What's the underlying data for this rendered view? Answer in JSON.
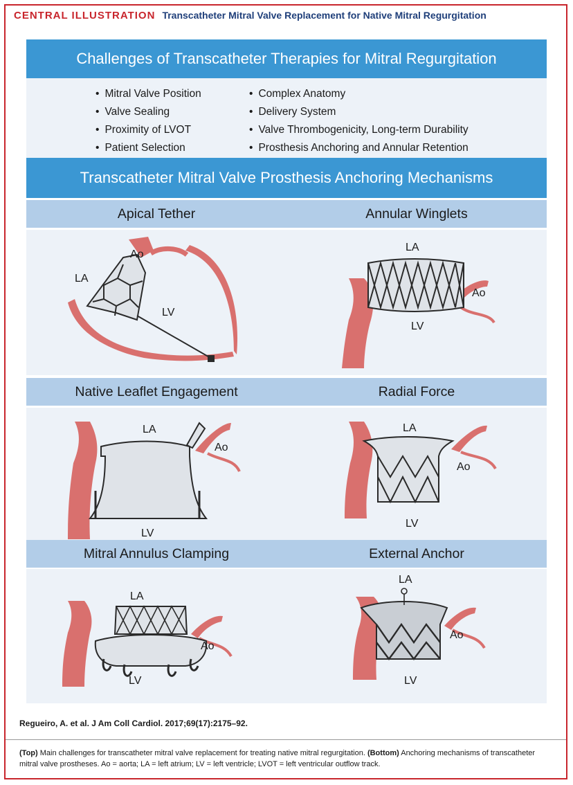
{
  "header": {
    "label": "CENTRAL ILLUSTRATION",
    "title": "Transcatheter Mitral Valve Replacement for Native Mitral Regurgitation"
  },
  "challenges": {
    "title": "Challenges of Transcatheter Therapies for Mitral Regurgitation",
    "left": [
      "Mitral Valve Position",
      "Valve Sealing",
      "Proximity of LVOT",
      "Patient Selection"
    ],
    "right": [
      "Complex Anatomy",
      "Delivery System",
      "Valve Thrombogenicity, Long-term Durability",
      "Prosthesis Anchoring and Annular Retention"
    ]
  },
  "mechanisms": {
    "title": "Transcatheter Mitral Valve Prosthesis Anchoring Mechanisms",
    "items": [
      {
        "name": "Apical Tether",
        "labels": [
          "Ao",
          "LA",
          "LV"
        ]
      },
      {
        "name": "Annular Winglets",
        "labels": [
          "LA",
          "Ao",
          "LV"
        ]
      },
      {
        "name": "Native Leaflet Engagement",
        "labels": [
          "LA",
          "Ao",
          "LV"
        ]
      },
      {
        "name": "Radial Force",
        "labels": [
          "LA",
          "Ao",
          "LV"
        ]
      },
      {
        "name": "Mitral Annulus Clamping",
        "labels": [
          "LA",
          "Ao",
          "LV"
        ]
      },
      {
        "name": "External Anchor",
        "labels": [
          "LA",
          "Ao",
          "LV"
        ]
      }
    ]
  },
  "citation": "Regueiro, A. et al. J Am Coll Cardiol. 2017;69(17):2175–92.",
  "caption": {
    "top_label": "(Top)",
    "top_text": " Main challenges for transcatheter mitral valve replacement for treating native mitral regurgitation. ",
    "bottom_label": "(Bottom)",
    "bottom_text": " Anchoring mechanisms of transcatheter mitral valve prostheses. Ao = aorta; LA = left atrium; LV = left ventricle; LVOT = left ventricular outflow track."
  },
  "colors": {
    "accent_red": "#c8252c",
    "navy": "#1f3f7a",
    "banner_blue": "#3b97d3",
    "subheader_blue": "#b2cde8",
    "panel_bg": "#edf2f8",
    "tissue": "#d9706e"
  }
}
